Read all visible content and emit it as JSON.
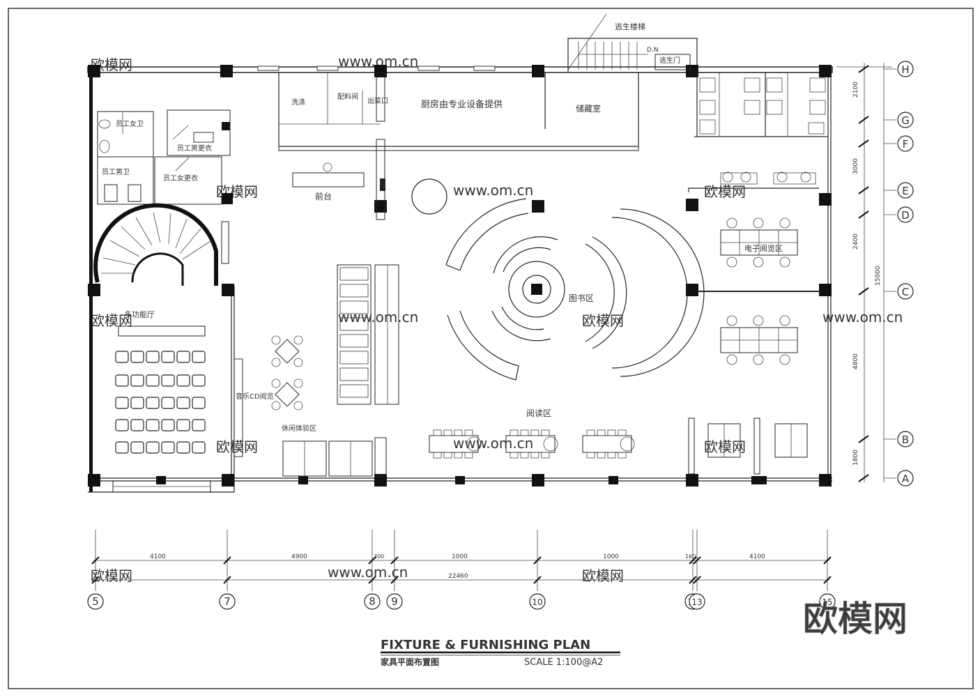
{
  "rooms": {
    "escape_stair": "逃生楼梯",
    "dn": "D.N",
    "escape_door": "逃生门",
    "wash": "洗涤",
    "prep": "配料间",
    "serving": "出菜口",
    "kitchen": "厨房由专业设备提供",
    "storage": "储藏室",
    "staff_female_wc": "员工女卫",
    "staff_male_locker": "员工男更衣",
    "staff_male_wc": "员工男卫",
    "staff_female_locker": "员工女更衣",
    "reception": "前台",
    "multi_hall": "多功能厅",
    "cd_area": "音乐CD阅览",
    "leisure_area": "休闲体验区",
    "library_area": "图书区",
    "reading_area": "阅读区",
    "e_reading": "电子阅览区"
  },
  "grid": {
    "rows": [
      "H",
      "G",
      "F",
      "E",
      "D",
      "C",
      "B",
      "A"
    ],
    "cols": [
      "5",
      "7",
      "8",
      "9",
      "10",
      "11",
      "13",
      "15"
    ]
  },
  "dims": {
    "vertical": [
      "2100",
      "3000",
      "2400",
      "4800",
      "1800"
    ],
    "vertical_total": "15000",
    "horizontal": [
      "4100",
      "4900",
      "300",
      "1000",
      "1000",
      "160",
      "4100"
    ],
    "horizontal_total": "22460"
  },
  "title": {
    "en": "FIXTURE & FURNISHING PLAN",
    "cn": "家具平面布置图",
    "scale": "SCALE  1:100@A2"
  },
  "watermark": {
    "logo": "欧模网",
    "url": "www.om.cn"
  }
}
